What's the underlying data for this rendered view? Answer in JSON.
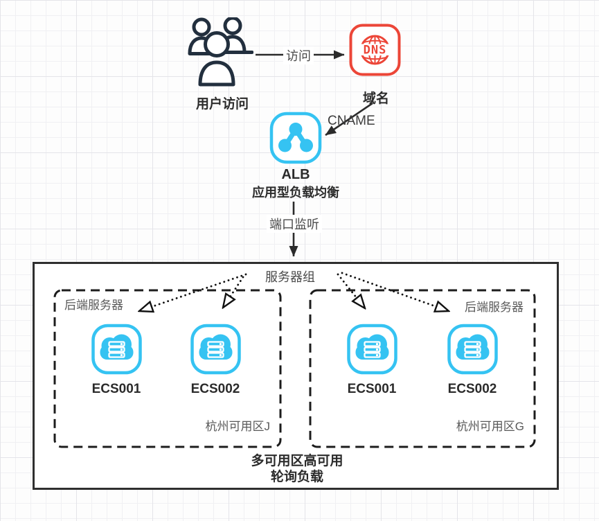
{
  "colors": {
    "cyan": "#35C3F2",
    "red": "#EC4638",
    "dark_navy": "#222F3E",
    "line_black": "#2B2B2B",
    "gray_text": "#595959",
    "grid_line": "#F0F0F3"
  },
  "icons": {
    "users": "users-icon",
    "dns": "dns-globe-icon",
    "alb": "alb-load-balancer-icon",
    "ecs": "ecs-cloud-server-icon"
  },
  "nodes": {
    "users": {
      "label": "用户访问"
    },
    "dns": {
      "label": "域名",
      "icon_text": "DNS"
    },
    "alb": {
      "label": "ALB",
      "sublabel": "应用型负载均衡"
    }
  },
  "edges": {
    "visit_label": "访问",
    "cname_label": "CNAME",
    "listener_label": "端口监听"
  },
  "server_group": {
    "label": "服务器组",
    "zones": [
      {
        "box_label": "后端服务器",
        "zone_label": "杭州可用区J",
        "servers": [
          "ECS001",
          "ECS002"
        ]
      },
      {
        "box_label": "后端服务器",
        "zone_label": "杭州可用区G",
        "servers": [
          "ECS001",
          "ECS002"
        ]
      }
    ],
    "footer": {
      "line1": "多可用区高可用",
      "line2": "轮询负载"
    }
  }
}
